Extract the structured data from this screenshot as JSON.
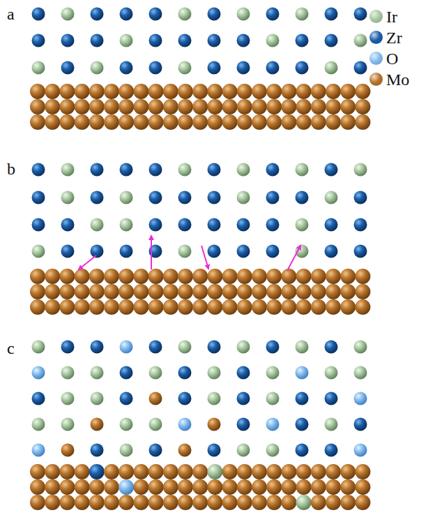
{
  "diagram": {
    "labels": [
      "a",
      "b",
      "c"
    ],
    "legend": [
      {
        "text": "Ir",
        "color": "#a9c9a2"
      },
      {
        "text": "Zr",
        "color": "#1b5ea8"
      },
      {
        "text": "O",
        "color": "#86bdee"
      },
      {
        "text": "Mo",
        "color": "#b8742c"
      }
    ]
  }
}
